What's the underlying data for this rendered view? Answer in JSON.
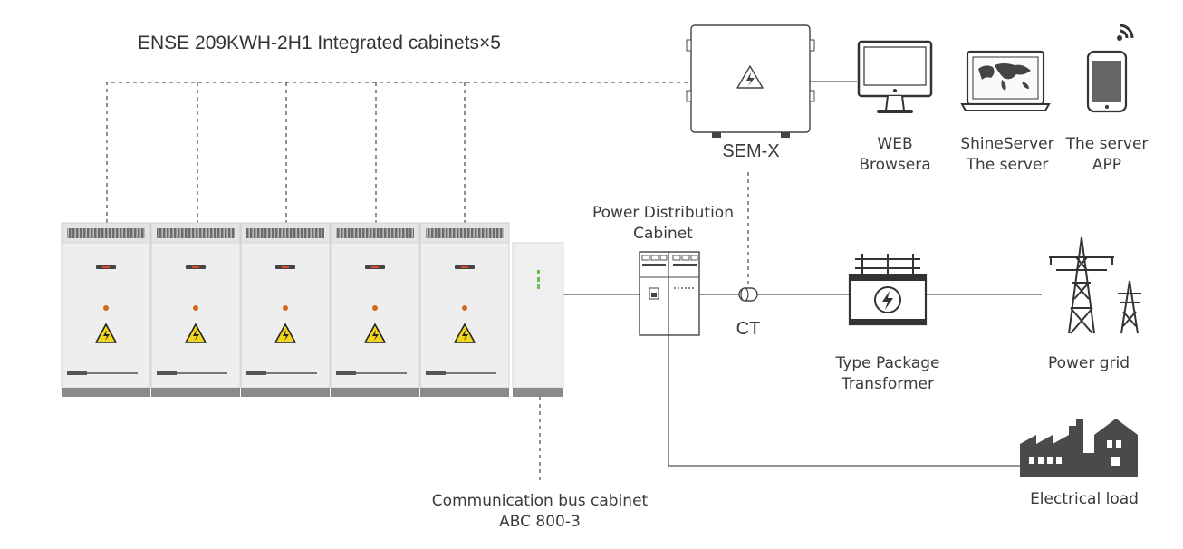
{
  "title": "ENSE 209KWH-2H1 Integrated cabinets×5",
  "nodes": {
    "sem": "SEM-X",
    "web": [
      "WEB",
      "Browsera"
    ],
    "shine": [
      "ShineServer",
      "The server"
    ],
    "app": [
      "The server",
      "APP"
    ],
    "pdc": [
      "Power Distribution",
      "Cabinet"
    ],
    "ct": "CT",
    "transformer": [
      "Type Package",
      "Transformer"
    ],
    "grid": "Power grid",
    "load": "Electrical load",
    "bus": [
      "Communication bus cabinet",
      "ABC 800-3"
    ]
  },
  "colors": {
    "line": "#555555",
    "cabinet_body": "#eeeeee",
    "cabinet_base": "#8a8a8a",
    "warning_yellow": "#f2d61c",
    "indicator": "#d2691e",
    "dark_icon": "#4a4a4a"
  },
  "icons": [
    "warning-icon",
    "wifi-icon",
    "lightning-icon",
    "power-tower-icon",
    "factory-icon",
    "monitor-icon",
    "laptop-icon",
    "phone-icon"
  ]
}
